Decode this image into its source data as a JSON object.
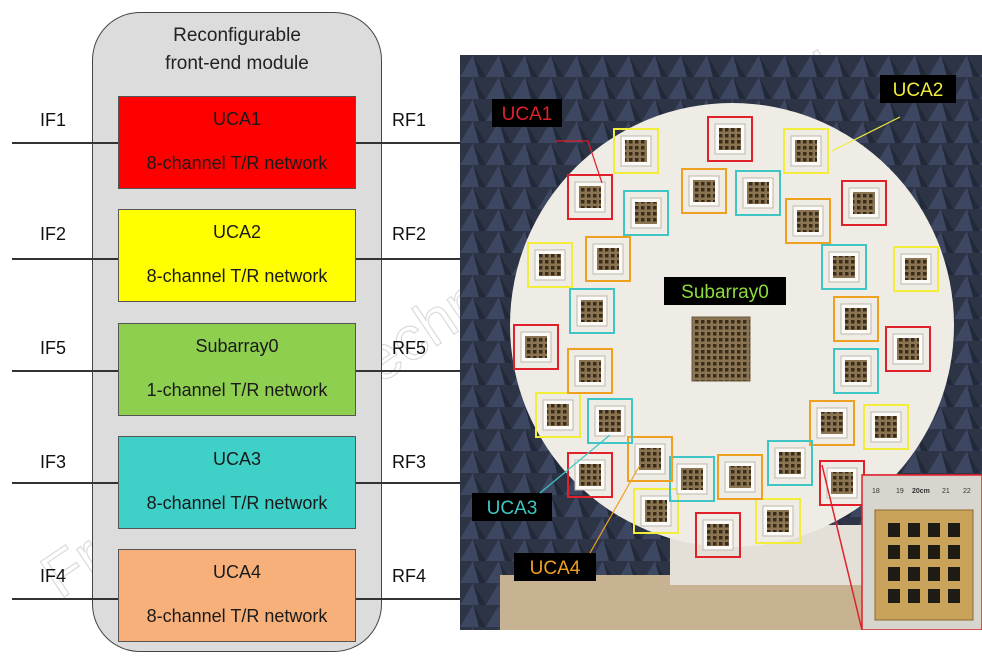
{
  "module": {
    "title_line1": "Reconfigurable",
    "title_line2": "front-end module"
  },
  "channels": [
    {
      "name": "UCA1",
      "desc": "8-channel T/R network",
      "if": "IF1",
      "rf": "RF1",
      "color": "#ff0000"
    },
    {
      "name": "UCA2",
      "desc": "8-channel T/R network",
      "if": "IF2",
      "rf": "RF2",
      "color": "#ffff00"
    },
    {
      "name": "Subarray0",
      "desc": "1-channel T/R network",
      "if": "IF5",
      "rf": "RF5",
      "color": "#8fcf4f"
    },
    {
      "name": "UCA3",
      "desc": "8-channel T/R network",
      "if": "IF3",
      "rf": "RF3",
      "color": "#3fd0c8"
    },
    {
      "name": "UCA4",
      "desc": "8-channel T/R network",
      "if": "IF4",
      "rf": "RF4",
      "color": "#f7b07a"
    }
  ],
  "photo": {
    "labels": {
      "uca1": "UCA1",
      "uca2": "UCA2",
      "uca3": "UCA3",
      "uca4": "UCA4",
      "subarray0": "Subarray0"
    },
    "ruler": {
      "t18": "18",
      "t19": "19",
      "t20": "20cm",
      "t21": "21",
      "t22": "22"
    },
    "colors": {
      "uca1": "#e0202a",
      "uca2": "#f2ec3a",
      "uca3": "#3fc6c4",
      "uca4": "#f0a020",
      "subarray0": "#8fdc3a",
      "absorber": "#2c3446",
      "panel": "#efece6"
    }
  },
  "watermark": "Front Inform Technol Electron Eng"
}
